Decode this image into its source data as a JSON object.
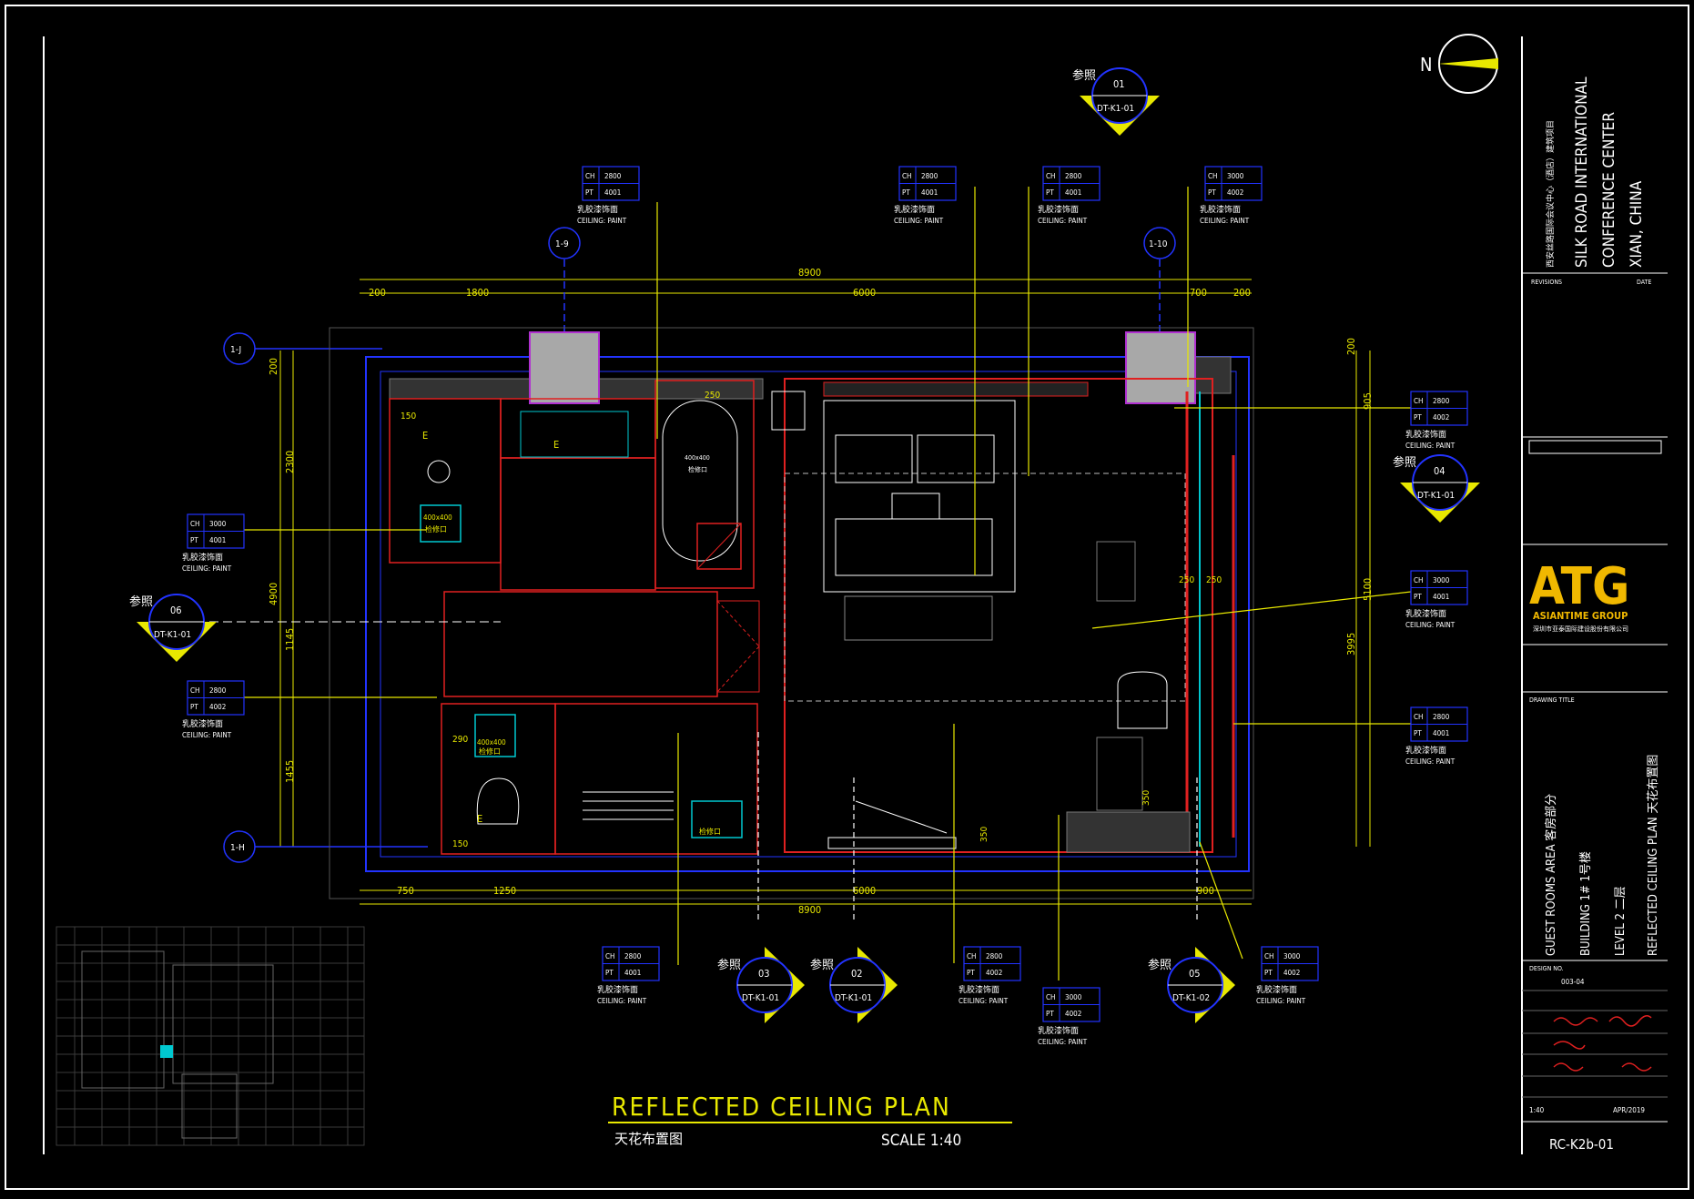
{
  "sheet": {
    "title": "REFLECTED CEILING PLAN",
    "title_cn": "天花布置图",
    "scale": "SCALE 1:40",
    "north_label": "N"
  },
  "grid_labels": [
    "1-9",
    "1-10",
    "1-J",
    "1-H"
  ],
  "dimensions": {
    "top_total": "8900",
    "top_segments": [
      "200",
      "1800",
      "6000",
      "700",
      "200"
    ],
    "bottom_total": "8900",
    "bottom_segments": [
      "750",
      "1250",
      "6000",
      "900"
    ],
    "left_total": "4900",
    "left_segments": [
      "200",
      "2300",
      "1145",
      "1455"
    ],
    "right_total": "5100",
    "right_segments": [
      "200",
      "905",
      "3995"
    ],
    "inner": [
      "250",
      "150",
      "290",
      "150",
      "250",
      "250",
      "350",
      "350"
    ]
  },
  "room_labels": {
    "access_panel": "400x400",
    "access_panel_cn": "检修口",
    "exhaust": "E"
  },
  "ceiling_tags": [
    {
      "ch": "2800",
      "pt": "4001",
      "cn": "乳胶漆饰面",
      "en": "CEILING: PAINT"
    },
    {
      "ch": "2800",
      "pt": "4001",
      "cn": "乳胶漆饰面",
      "en": "CEILING: PAINT"
    },
    {
      "ch": "2800",
      "pt": "4001",
      "cn": "乳胶漆饰面",
      "en": "CEILING: PAINT"
    },
    {
      "ch": "3000",
      "pt": "4002",
      "cn": "乳胶漆饰面",
      "en": "CEILING: PAINT"
    },
    {
      "ch": "2800",
      "pt": "4002",
      "cn": "乳胶漆饰面",
      "en": "CEILING: PAINT"
    },
    {
      "ch": "3000",
      "pt": "4001",
      "cn": "乳胶漆饰面",
      "en": "CEILING: PAINT"
    },
    {
      "ch": "3000",
      "pt": "4001",
      "cn": "乳胶漆饰面",
      "en": "CEILING: PAINT"
    },
    {
      "ch": "2800",
      "pt": "4002",
      "cn": "乳胶漆饰面",
      "en": "CEILING: PAINT"
    },
    {
      "ch": "2800",
      "pt": "4001",
      "cn": "乳胶漆饰面",
      "en": "CEILING: PAINT"
    },
    {
      "ch": "2800",
      "pt": "4001",
      "cn": "乳胶漆饰面",
      "en": "CEILING: PAINT"
    },
    {
      "ch": "2800",
      "pt": "4002",
      "cn": "乳胶漆饰面",
      "en": "CEILING: PAINT"
    },
    {
      "ch": "3000",
      "pt": "4002",
      "cn": "乳胶漆饰面",
      "en": "CEILING: PAINT"
    },
    {
      "ch": "3000",
      "pt": "4002",
      "cn": "乳胶漆饰面",
      "en": "CEILING: PAINT"
    }
  ],
  "tag_keys": {
    "ch": "CH",
    "pt": "PT"
  },
  "callouts": [
    {
      "num": "01",
      "ref": "DT-K1-01",
      "cn": "参照"
    },
    {
      "num": "04",
      "ref": "DT-K1-01",
      "cn": "参照"
    },
    {
      "num": "06",
      "ref": "DT-K1-01",
      "cn": "参照"
    },
    {
      "num": "03",
      "ref": "DT-K1-01",
      "cn": "参照"
    },
    {
      "num": "02",
      "ref": "DT-K1-01",
      "cn": "参照"
    },
    {
      "num": "05",
      "ref": "DT-K1-02",
      "cn": "参照"
    }
  ],
  "title_block": {
    "project_name_cn": "西安丝路国际会议中心（酒店）建筑项目",
    "project_lines": [
      "SILK ROAD INTERNATIONAL",
      "CONFERENCE CENTER",
      "XIAN, CHINA"
    ],
    "revisions": "REVISIONS",
    "date": "DATE",
    "logo": "ATG",
    "logo_sub": "ASIANTIME GROUP",
    "logo_cn": "深圳市亚泰国际建设股份有限公司",
    "drawing_title_label": "DRAWING TITLE",
    "drawing_title_lines": [
      "GUEST ROOMS AREA  客房部分",
      "BUILDING 1#  1号楼",
      "LEVEL 2  二层",
      "REFLECTED CEILING PLAN  天花布置图"
    ],
    "design_no_label": "DESIGN NO.",
    "design_no": "003-04",
    "sheet_no": "RC-K2b-01",
    "scale_value": "1:40",
    "date_value": "APR/2019"
  },
  "colors": {
    "yellow": "#e8e800",
    "blue": "#2233ff",
    "red": "#e02020",
    "white": "#ffffff",
    "cyan": "#00c8d0",
    "magenta": "#b030d0",
    "grey": "#a8a8a8"
  }
}
